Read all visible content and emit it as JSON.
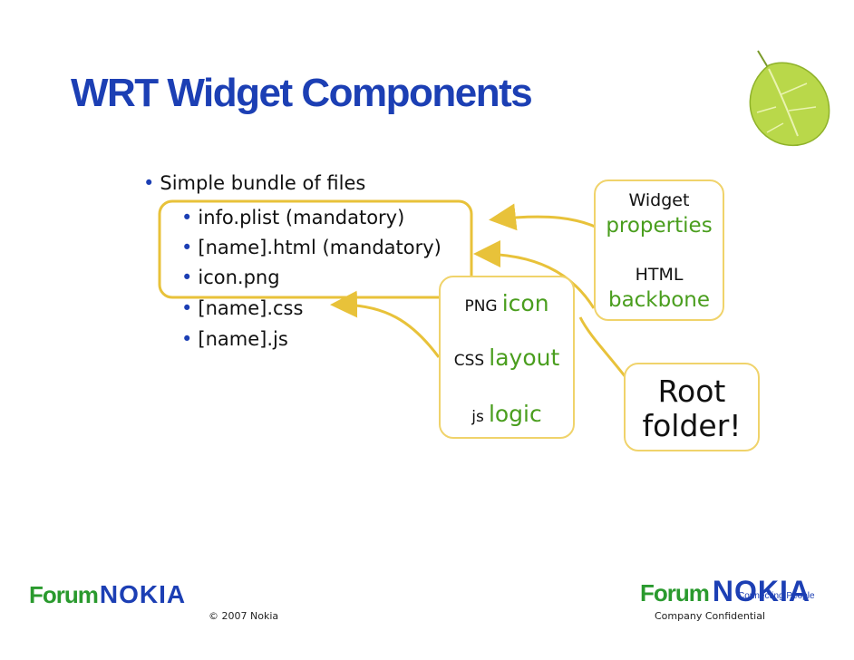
{
  "slide": {
    "title": "WRT Widget Components",
    "bullets": {
      "main": "Simple bundle of files",
      "sub": [
        "info.plist (mandatory)",
        "[name].html (mandatory)",
        "icon.png",
        "[name].css",
        "[name].js"
      ]
    }
  },
  "callouts": {
    "widget_small": "Widget",
    "widget_big": "properties",
    "html_small": "HTML",
    "html_big": "backbone",
    "png_small": "PNG",
    "png_big": "icon",
    "css_small": "CSS",
    "css_big": "layout",
    "js_small": "js",
    "js_big": "logic",
    "root_line1": "Root",
    "root_line2": "folder!"
  },
  "footer": {
    "left_logo_forum": "Forum",
    "left_logo_nokia": "NOKIA",
    "copyright": "© 2007  Nokia",
    "right_logo_forum": "Forum",
    "right_logo_nokia": "NOKIA",
    "tagline": "Connecting People",
    "confidential": "Company Confidential"
  },
  "colors": {
    "title_blue": "#1c3fb4",
    "accent_green": "#4a9e1e",
    "highlight_yellow": "#f0d36b",
    "arrow_yellow": "#e8c23a"
  }
}
